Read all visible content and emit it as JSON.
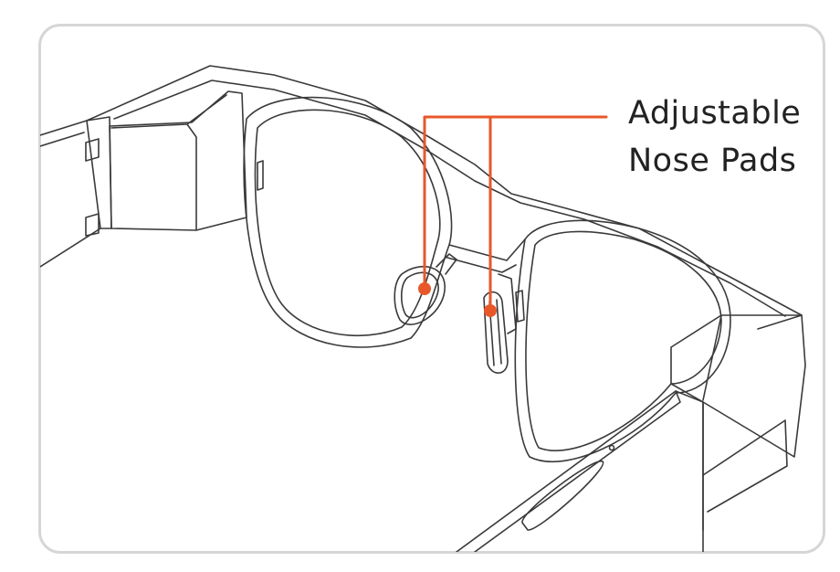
{
  "callout": {
    "line1": "Adjustable",
    "line2": "Nose Pads"
  },
  "colors": {
    "accent": "#e8572a",
    "line": "#3a3a3a",
    "border": "#d6d6d6"
  },
  "icons": {
    "illustration": "glasses-line-art"
  }
}
